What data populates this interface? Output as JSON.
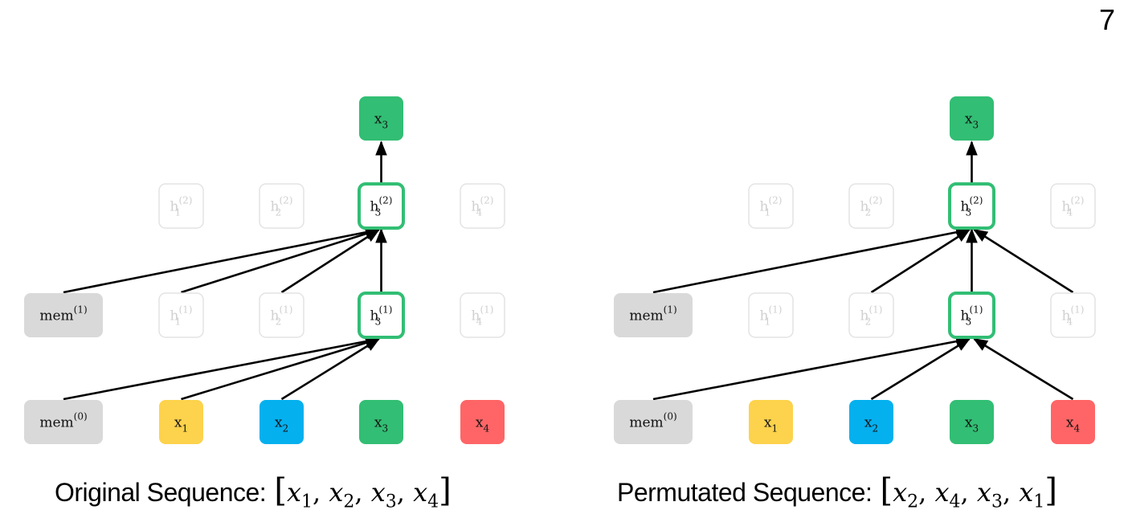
{
  "page_number": "7",
  "colors": {
    "x1": "#FDD24C",
    "x2": "#05B0EE",
    "x3": "#32BE74",
    "x4": "#FF6566",
    "mem": "#D9D9D9",
    "active_border": "#32BE74",
    "faint_border": "#E3E3E3",
    "arrow": "#000000"
  },
  "panels": [
    {
      "id": "original",
      "caption": {
        "label": "Original Sequence:",
        "sequence": [
          "x1",
          "x2",
          "x3",
          "x4"
        ]
      },
      "output": {
        "base": "x",
        "sub": "3"
      },
      "memory": [
        {
          "base": "mem",
          "sup": "(1)",
          "layer": 1
        },
        {
          "base": "mem",
          "sup": "(0)",
          "layer": 0
        }
      ],
      "layer2": [
        {
          "base": "h",
          "sub": "1",
          "sup": "(2)",
          "active": false
        },
        {
          "base": "h",
          "sub": "2",
          "sup": "(2)",
          "active": false
        },
        {
          "base": "h",
          "sub": "3",
          "sup": "(2)",
          "active": true
        },
        {
          "base": "h",
          "sub": "4",
          "sup": "(2)",
          "active": false
        }
      ],
      "layer1": [
        {
          "base": "h",
          "sub": "1",
          "sup": "(1)",
          "active": false
        },
        {
          "base": "h",
          "sub": "2",
          "sup": "(1)",
          "active": false
        },
        {
          "base": "h",
          "sub": "3",
          "sup": "(1)",
          "active": true
        },
        {
          "base": "h",
          "sub": "4",
          "sup": "(1)",
          "active": false
        }
      ],
      "inputs": [
        {
          "base": "x",
          "sub": "1",
          "color_key": "x1"
        },
        {
          "base": "x",
          "sub": "2",
          "color_key": "x2"
        },
        {
          "base": "x",
          "sub": "3",
          "color_key": "x3"
        },
        {
          "base": "x",
          "sub": "4",
          "color_key": "x4"
        }
      ],
      "edges_to_layer2": [
        "mem(1)",
        "h1(1)",
        "h2(1)",
        "h3(1)"
      ],
      "edges_to_layer1": [
        "mem(0)",
        "x1",
        "x2"
      ]
    },
    {
      "id": "permutated",
      "caption": {
        "label": "Permutated Sequence:",
        "sequence": [
          "x2",
          "x4",
          "x3",
          "x1"
        ]
      },
      "output": {
        "base": "x",
        "sub": "3"
      },
      "memory": [
        {
          "base": "mem",
          "sup": "(1)",
          "layer": 1
        },
        {
          "base": "mem",
          "sup": "(0)",
          "layer": 0
        }
      ],
      "layer2": [
        {
          "base": "h",
          "sub": "1",
          "sup": "(2)",
          "active": false
        },
        {
          "base": "h",
          "sub": "2",
          "sup": "(2)",
          "active": false
        },
        {
          "base": "h",
          "sub": "3",
          "sup": "(2)",
          "active": true
        },
        {
          "base": "h",
          "sub": "4",
          "sup": "(2)",
          "active": false
        }
      ],
      "layer1": [
        {
          "base": "h",
          "sub": "1",
          "sup": "(1)",
          "active": false
        },
        {
          "base": "h",
          "sub": "2",
          "sup": "(1)",
          "active": false
        },
        {
          "base": "h",
          "sub": "3",
          "sup": "(1)",
          "active": true
        },
        {
          "base": "h",
          "sub": "4",
          "sup": "(1)",
          "active": false
        }
      ],
      "inputs": [
        {
          "base": "x",
          "sub": "1",
          "color_key": "x1"
        },
        {
          "base": "x",
          "sub": "2",
          "color_key": "x2"
        },
        {
          "base": "x",
          "sub": "3",
          "color_key": "x3"
        },
        {
          "base": "x",
          "sub": "4",
          "color_key": "x4"
        }
      ],
      "edges_to_layer2": [
        "mem(1)",
        "h2(1)",
        "h3(1)",
        "h4(1)"
      ],
      "edges_to_layer1": [
        "mem(0)",
        "x2",
        "x4"
      ]
    }
  ]
}
